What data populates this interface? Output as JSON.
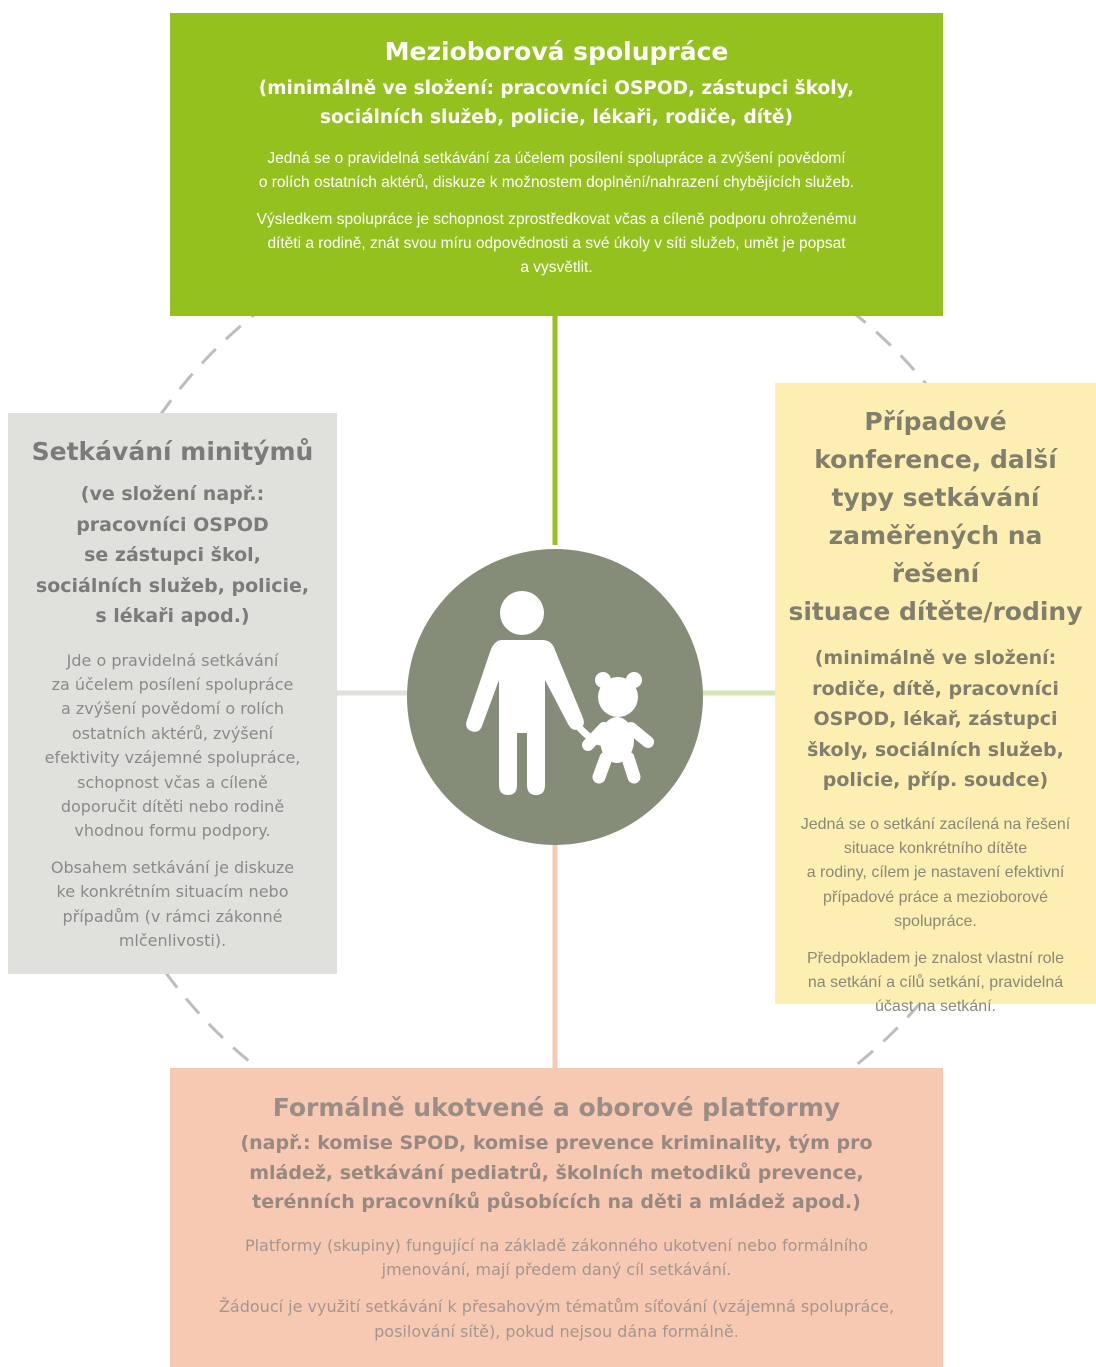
{
  "colors": {
    "green": "#95c11f",
    "grey_box": "#e0e0dd",
    "yellow_box": "#fdeeb1",
    "peach_box": "#f7c8b2",
    "circle": "#858d79",
    "figure": "#ffffff",
    "dashed_ring": "#bdbdbd",
    "connector_left": "#e0e0dd",
    "connector_right": "#d6e6b2",
    "connector_bottom": "#f7c8b2"
  },
  "center": {
    "icon": "parent-holding-child-hand-with-teddy-bear-icon"
  },
  "top": {
    "title": "Mezioborová spolupráce",
    "subtitle_lines": [
      "(minimálně ve složení: pracovníci OSPOD, zástupci školy,",
      "sociálních služeb, policie, lékaři, rodiče, dítě)"
    ],
    "para1_lines": [
      "Jedná se o pravidelná setkávání za účelem posílení spolupráce a zvýšení povědomí",
      "o rolích ostatních aktérů, diskuze k možnostem doplnění/nahrazení chybějících služeb."
    ],
    "para2_lines": [
      "Výsledkem spolupráce je schopnost zprostředkovat včas a cíleně podporu ohroženému",
      "dítěti a rodině, znát svou míru odpovědnosti a své úkoly v síti služeb, umět je popsat",
      "a vysvětlit."
    ]
  },
  "left": {
    "title": "Setkávání minitýmů",
    "subtitle_lines": [
      "(ve složení např.:",
      "pracovníci OSPOD",
      "se zástupci škol,",
      "sociálních služeb, policie,",
      "s lékaři apod.)"
    ],
    "para1_lines": [
      "Jde o pravidelná setkávání",
      "za účelem posílení spolupráce",
      "a zvýšení povědomí o rolích",
      "ostatních aktérů, zvýšení",
      "efektivity vzájemné spolupráce,",
      "schopnost včas a cíleně",
      "doporučit dítěti nebo rodině",
      "vhodnou formu podpory."
    ],
    "para2_lines": [
      "Obsahem setkávání je diskuze",
      "ke konkrétním situacím nebo",
      "případům (v rámci zákonné",
      "mlčenlivosti)."
    ]
  },
  "right": {
    "title_lines": [
      "Případové",
      "konference, další",
      "typy setkávání",
      "zaměřených na řešení",
      "situace dítěte/rodiny"
    ],
    "subtitle_lines": [
      "(minimálně ve složení:",
      "rodiče, dítě, pracovníci",
      "OSPOD, lékař, zástupci",
      "školy, sociálních služeb,",
      "policie, příp. soudce)"
    ],
    "para1_lines": [
      "Jedná se o setkání zacílená na řešení",
      "situace konkrétního dítěte",
      "a rodiny, cílem je nastavení efektivní",
      "případové práce a mezioborové",
      "spolupráce."
    ],
    "para2_lines": [
      "Předpokladem je znalost vlastní role",
      "na setkání a cílů setkání, pravidelná",
      "účast na setkání."
    ]
  },
  "bottom": {
    "title": "Formálně ukotvené a oborové platformy",
    "subtitle_lines": [
      "(např.: komise SPOD, komise prevence kriminality, tým pro",
      "mládež, setkávání pediatrů, školních metodiků prevence,",
      "terénních pracovníků působících na děti a mládež apod.)"
    ],
    "para1_lines": [
      "Platformy (skupiny) fungující na základě zákonného ukotvení nebo formálního",
      "jmenování, mají předem daný cíl setkávání."
    ],
    "para2_lines": [
      "Žádoucí je využití setkávání k přesahovým tématům síťování (vzájemná spolupráce,",
      "posilování sítě), pokud nejsou dána formálně."
    ]
  }
}
